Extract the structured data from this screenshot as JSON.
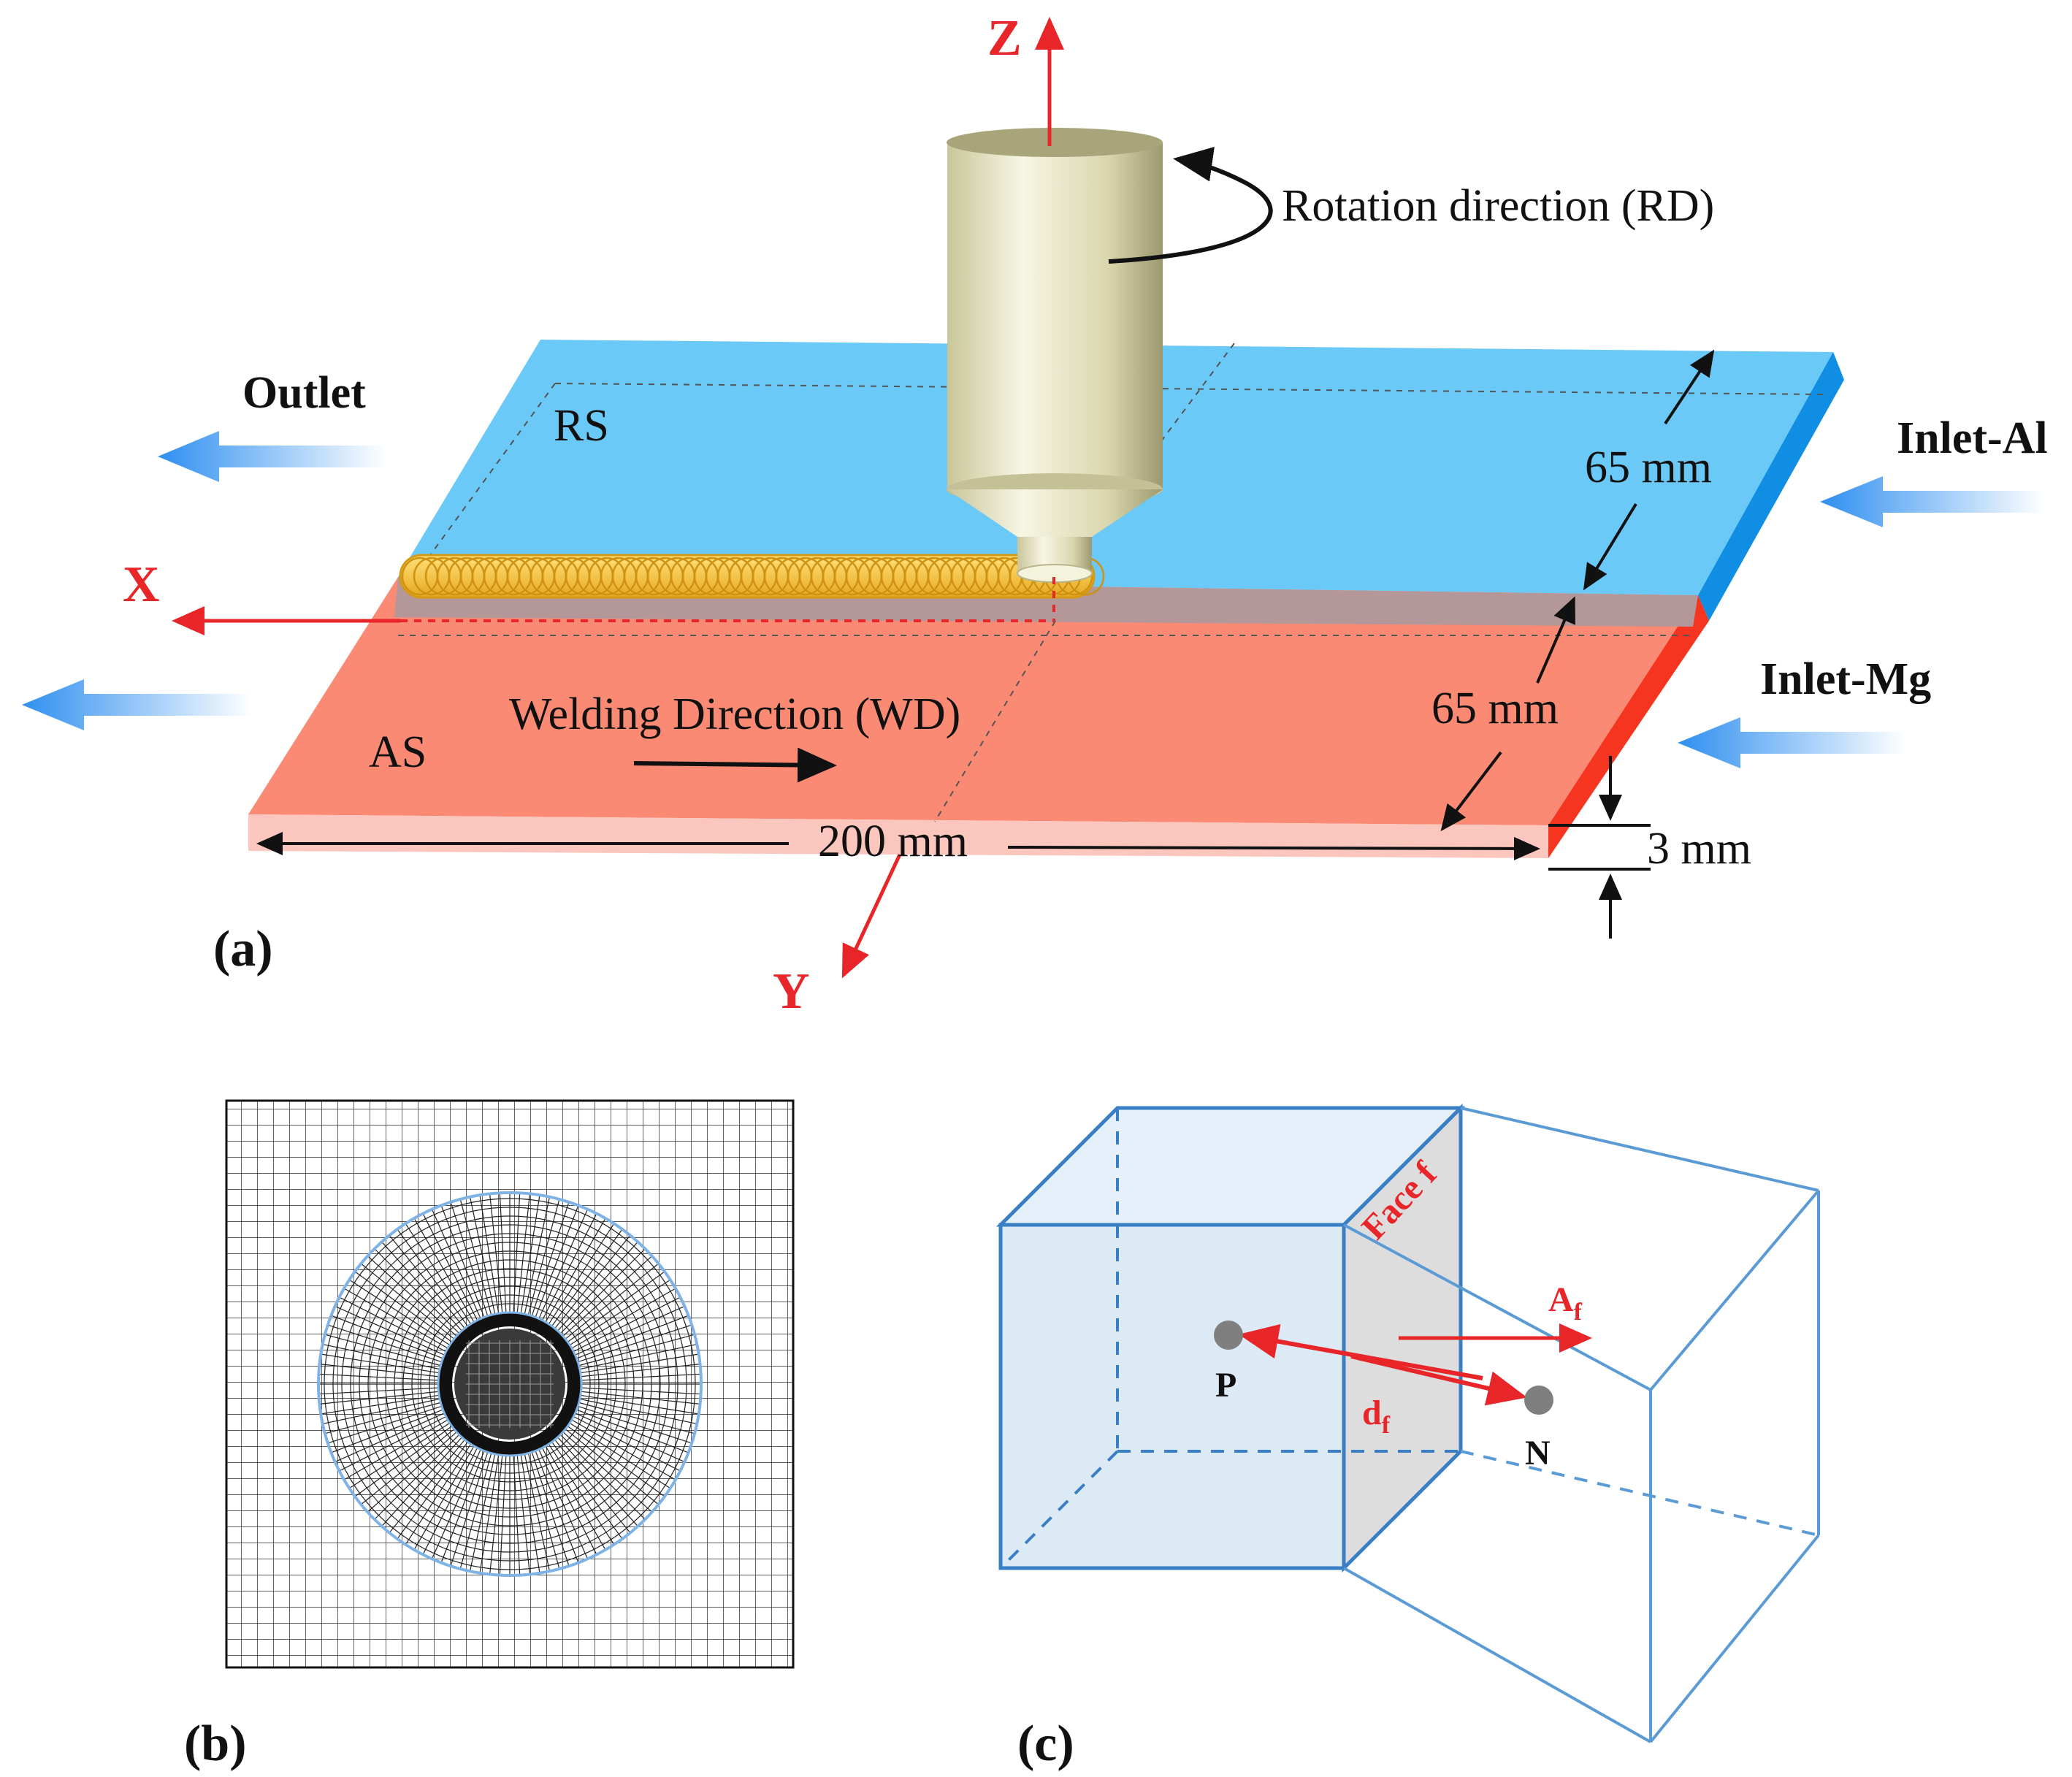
{
  "panel_a": {
    "label": "(a)",
    "axes": {
      "x": "X",
      "y": "Y",
      "z": "Z"
    },
    "outlet": "Outlet",
    "inlet_al": "Inlet-Al",
    "inlet_mg": "Inlet-Mg",
    "retreating_side": "RS",
    "advancing_side": "AS",
    "rotation": "Rotation direction (RD)",
    "welding_direction": "Welding Direction (WD)",
    "dim_length": "200 mm",
    "dim_width_rs": "65 mm",
    "dim_width_as": "65 mm",
    "dim_thickness": "3 mm",
    "colors": {
      "al_plate": "#6ac9f7",
      "mg_plate": "#fa8a73",
      "tool": "#e6e4c2",
      "axis": "#e8262a",
      "flow_arrow": "#2f8ff0"
    }
  },
  "panel_b": {
    "label": "(b)"
  },
  "panel_c": {
    "label": "(c)",
    "face": "Face f",
    "area_vector": "A",
    "area_sub": "f",
    "distance": "d",
    "distance_sub": "f",
    "owner_cell": "P",
    "neighbor_cell": "N",
    "colors": {
      "cell_edge": "#3a7ec4",
      "vector": "#e8262a"
    }
  }
}
